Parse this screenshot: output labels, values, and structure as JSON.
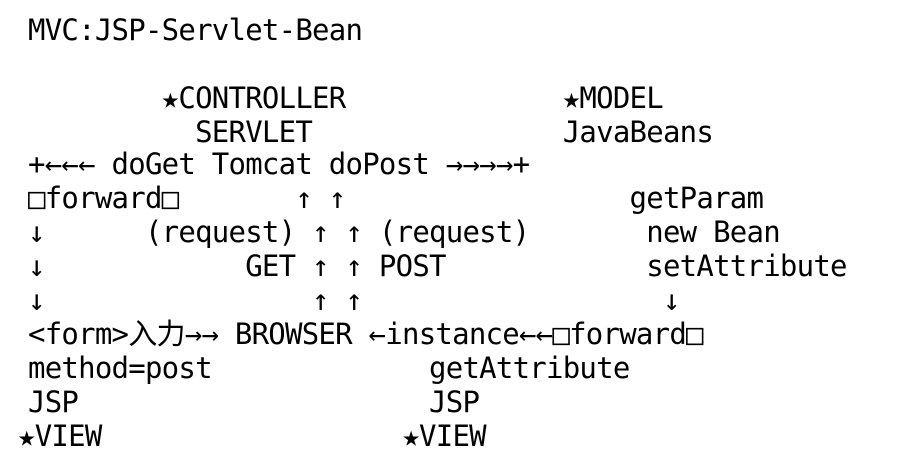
{
  "diagram": {
    "title": "MVC:JSP-Servlet-Bean",
    "lines": [
      "        ★CONTROLLER             ★MODEL",
      "          SERVLET               JavaBeans",
      "+←←← doGet Tomcat doPost →→→→+",
      "□forward□       ↑ ↑                 getParam",
      "↓      (request) ↑ ↑ (request)       new Bean",
      "↓            GET ↑ ↑ POST            setAttribute",
      "↓                ↑ ↑                  ↓",
      "<form>入力→→ BROWSER ←instance←←□forward□",
      "method=post             getAttribute",
      "JSP                     JSP",
      "★VIEW                  ★VIEW"
    ]
  }
}
